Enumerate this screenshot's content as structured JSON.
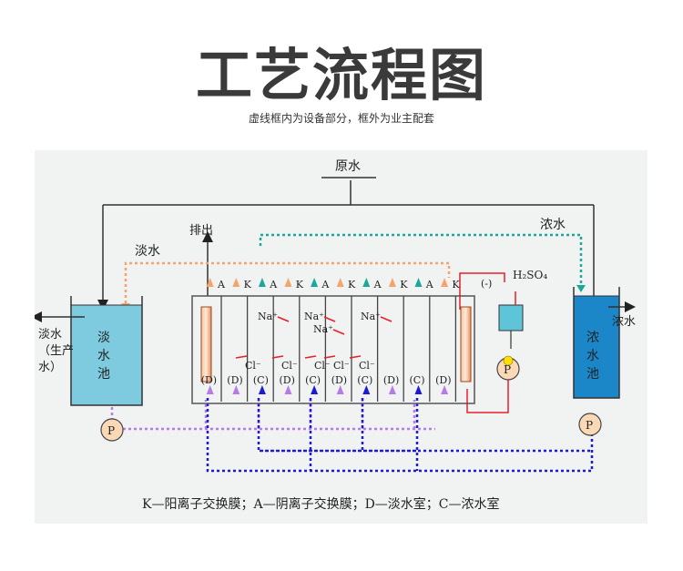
{
  "title": "工艺流程图",
  "subtitle": "虚线框内为设备部分，框外为业主配套",
  "diagram": {
    "raw_water": "原水",
    "discharge": "排出",
    "fresh_water_line": "淡水",
    "conc_water_line": "浓水",
    "acid": "H₂SO₄",
    "electrode_sign": "(-)",
    "fresh_tank": [
      "淡",
      "水",
      "池"
    ],
    "conc_tank": [
      "浓",
      "水",
      "池"
    ],
    "fresh_out": [
      "淡水",
      "（生产",
      "水）"
    ],
    "conc_out": "浓水",
    "pump": "P",
    "membranes": [
      "A",
      "K",
      "A",
      "K",
      "A",
      "K",
      "A",
      "K",
      "A",
      "K"
    ],
    "chambers": [
      "(D)",
      "(D)",
      "(C)",
      "(D)",
      "(C)",
      "(D)",
      "(C)",
      "(D)",
      "(C)",
      "(D)"
    ],
    "na_ion": "Na⁺",
    "cl_ion": "Cl⁻",
    "legend": "K—阳离子交换膜；A—阴离子交换膜；D—淡水室；C—浓水室"
  },
  "colors": {
    "fresh_tank": "#7ecbe0",
    "conc_tank": "#1b86c8",
    "orange_line": "#f5a46c",
    "teal_line": "#1aa89a",
    "purple_line": "#b57be8",
    "blue_line": "#1a1ad8",
    "red": "#e8202a"
  }
}
